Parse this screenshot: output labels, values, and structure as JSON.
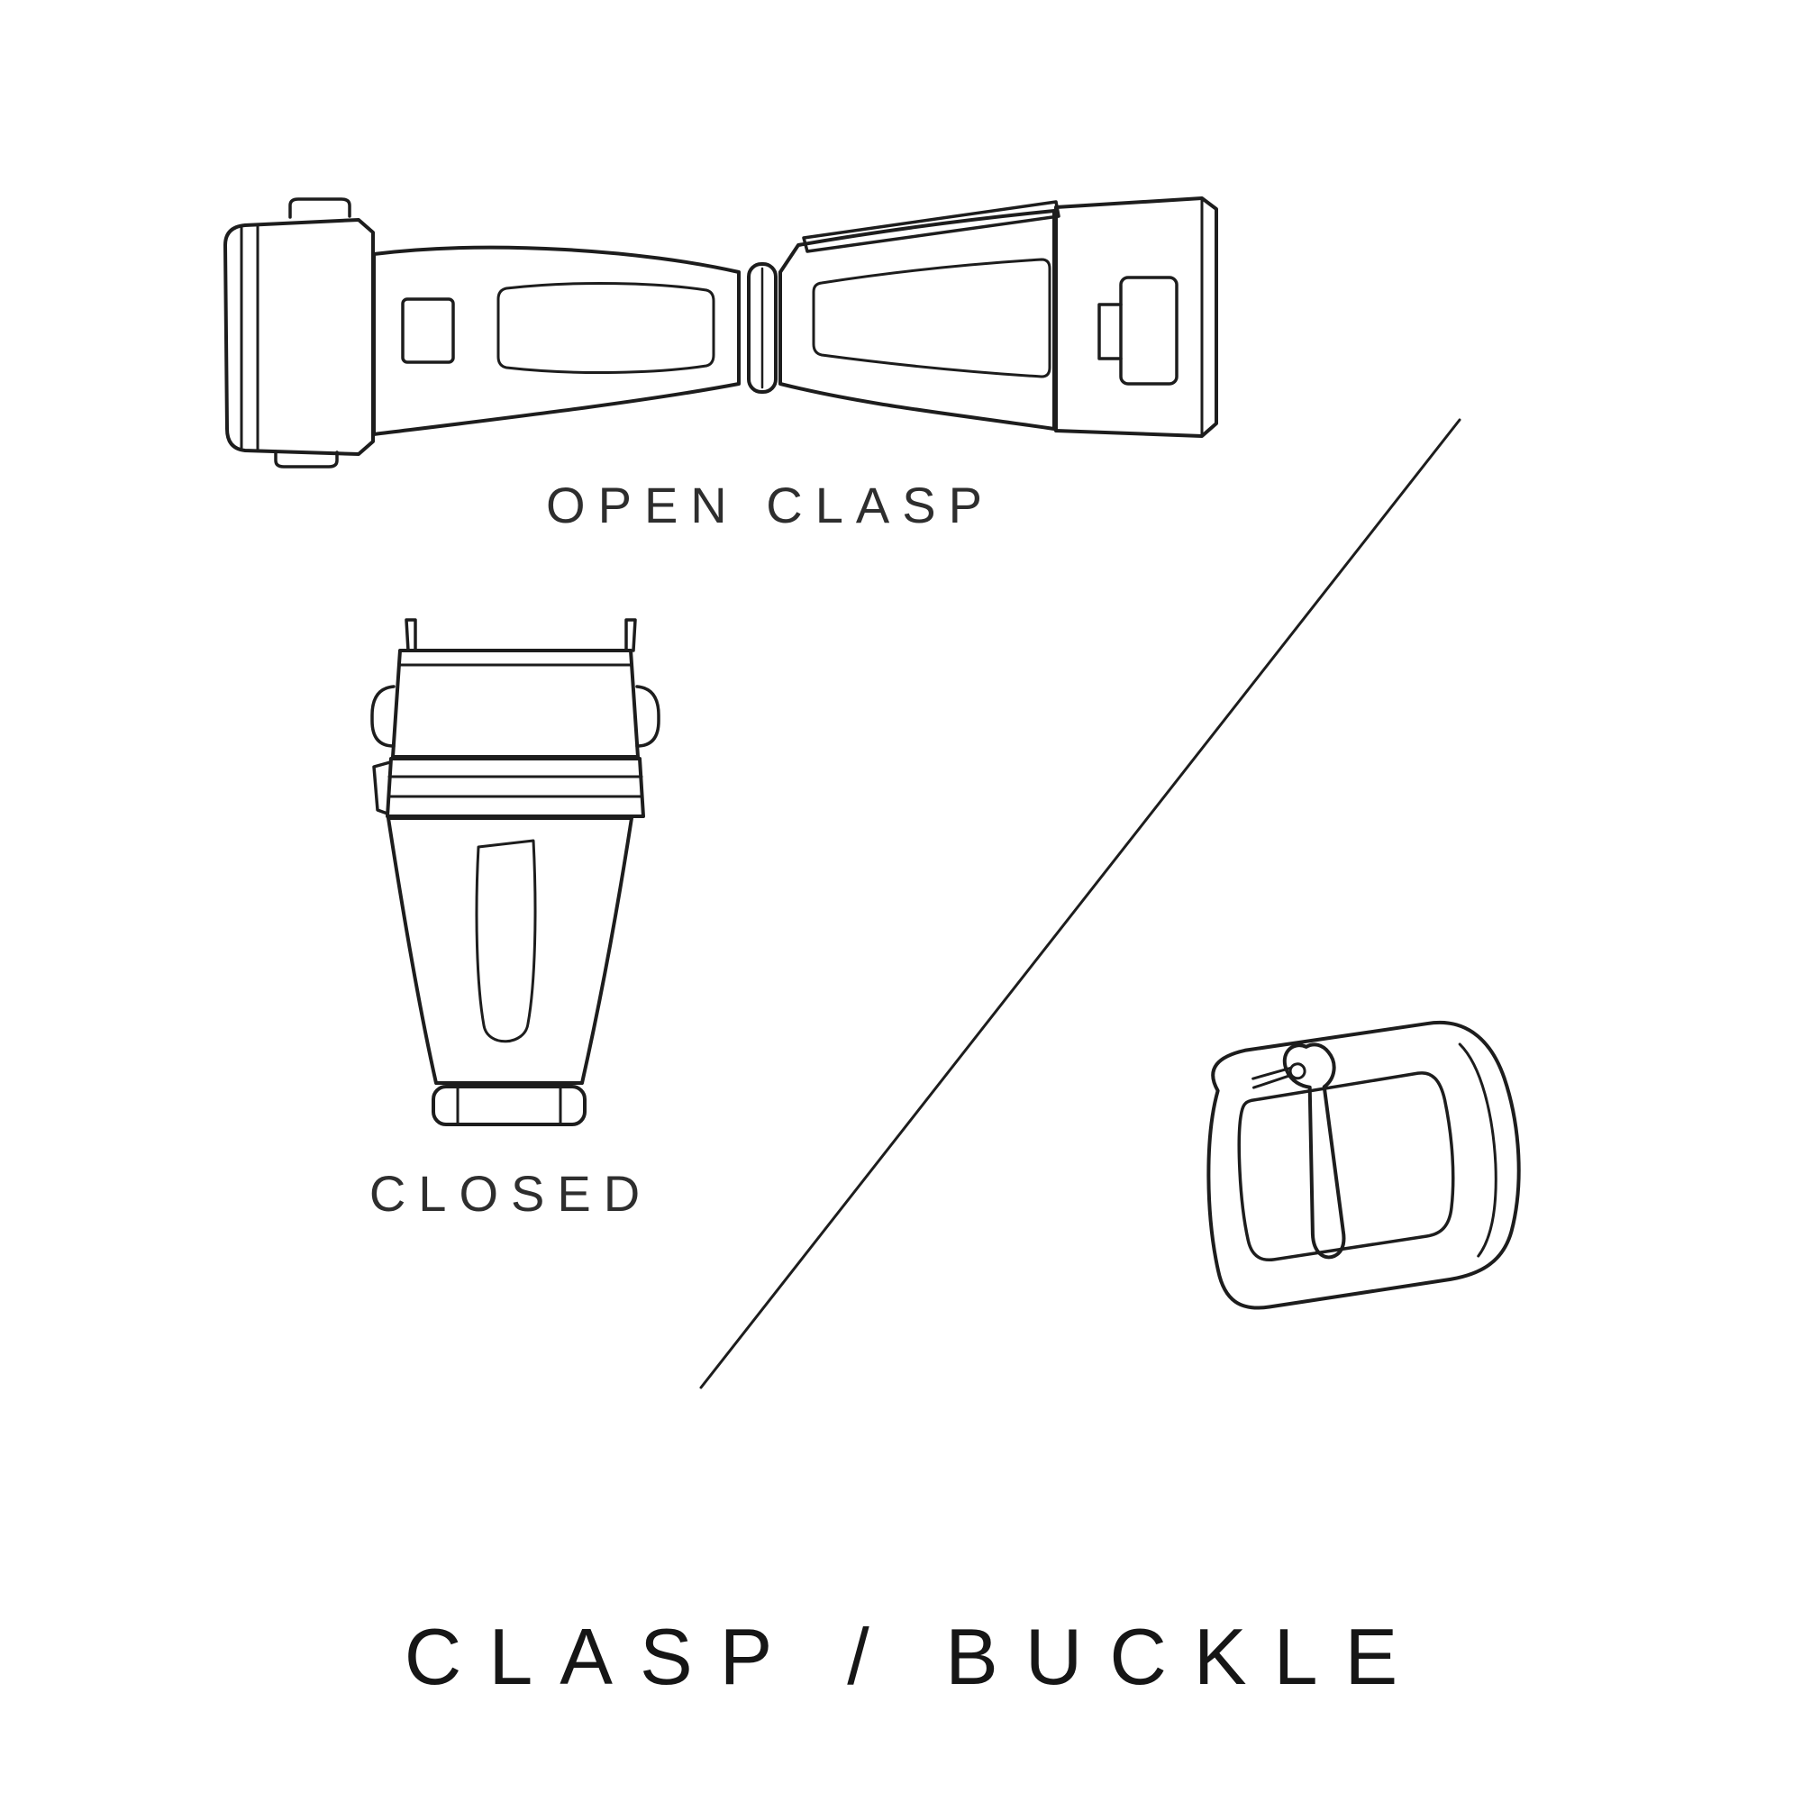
{
  "page": {
    "title": "CLASP / BUCKLE",
    "background_color": "#ffffff",
    "line_color": "#1d1d1d",
    "caption_color": "#2e2e2e"
  },
  "figures": [
    {
      "id": "open-clasp",
      "caption": "OPEN CLASP"
    },
    {
      "id": "closed-clasp",
      "caption": "CLOSED"
    },
    {
      "id": "tang-buckle",
      "caption": ""
    }
  ]
}
